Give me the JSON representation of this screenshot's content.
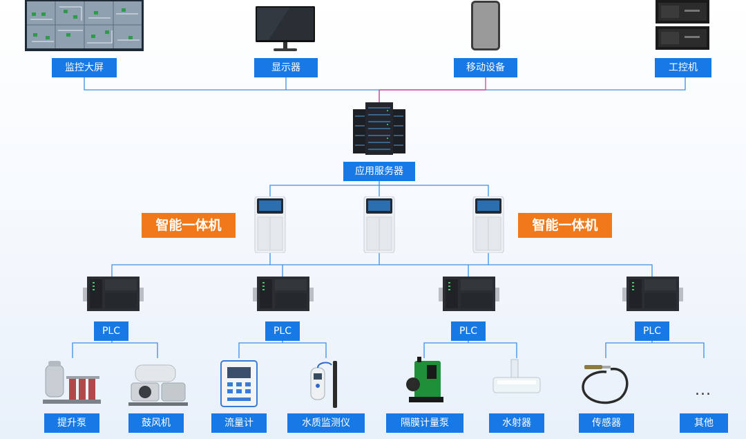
{
  "top_devices": {
    "monitor_wall": "监控大屏",
    "display": "显示器",
    "mobile": "移动设备",
    "ipc": "工控机"
  },
  "server": {
    "label": "应用服务器"
  },
  "terminals": {
    "label_left": "智能一体机",
    "label_right": "智能一体机"
  },
  "plc": {
    "labels": [
      "PLC",
      "PLC",
      "PLC",
      "PLC"
    ]
  },
  "field_devices": {
    "items": [
      "提升泵",
      "鼓风机",
      "流量计",
      "水质监测仪",
      "隔膜计量泵",
      "水射器",
      "传感器",
      "其他"
    ],
    "more_glyph": "..."
  },
  "colors": {
    "label_blue": "#1679e6",
    "line_blue": "#3b8ee8",
    "accent_orange": "#f07a1a",
    "link_pink": "#e0479a"
  }
}
